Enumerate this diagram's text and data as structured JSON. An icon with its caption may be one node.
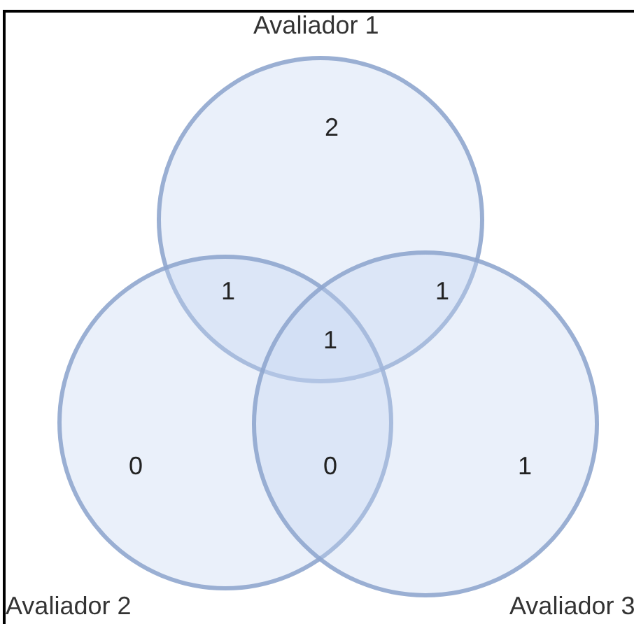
{
  "diagram": {
    "nodes": [
      {
        "text": [
          "Avaliador 1"
        ]
      },
      {
        "text": [
          "Avaliador 2"
        ]
      },
      {
        "text": [
          "Avaliador 3"
        ]
      }
    ],
    "labels": [
      "2",
      "1",
      "1",
      "1",
      "0",
      "0",
      "1"
    ]
  }
}
